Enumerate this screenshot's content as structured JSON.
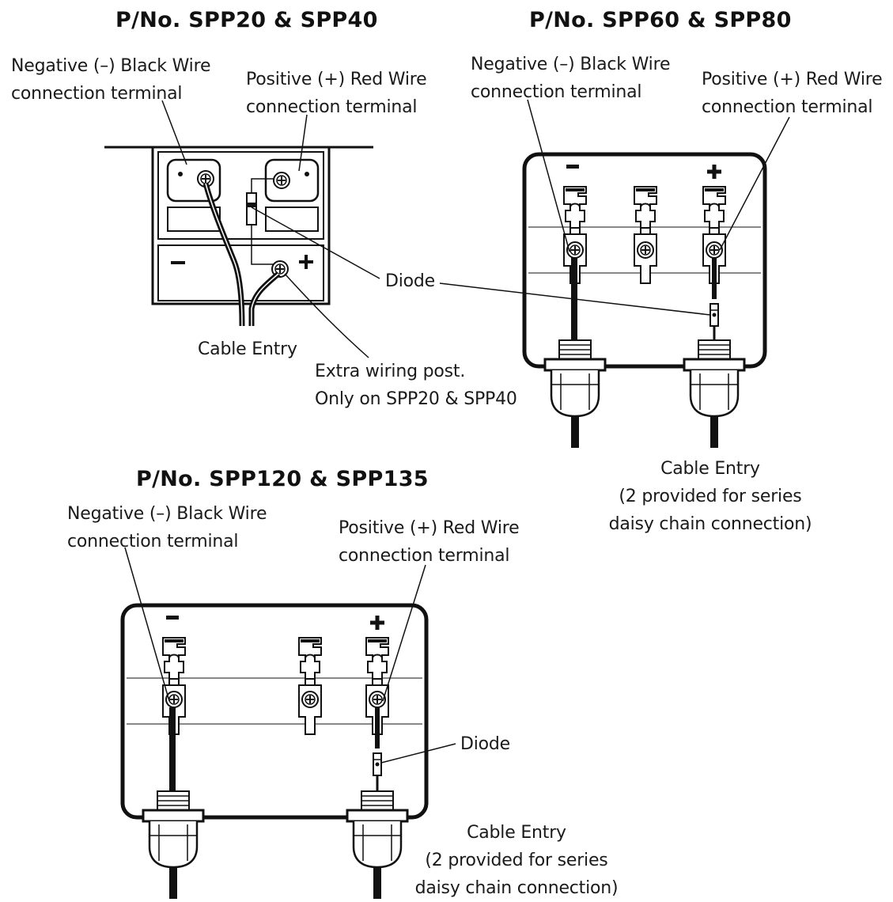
{
  "panels": {
    "small": {
      "title": "P/No. SPP20 & SPP40",
      "negative_label": [
        "Negative (–) Black Wire",
        "connection terminal"
      ],
      "positive_label": [
        "Positive (+) Red Wire",
        "connection terminal"
      ],
      "diode_label": "Diode",
      "cable_entry_label": "Cable Entry",
      "extra_post_label": [
        "Extra wiring post.",
        "Only on SPP20 & SPP40"
      ],
      "minus_sign": "−",
      "plus_sign": "+"
    },
    "medium": {
      "title": "P/No. SPP60 & SPP80",
      "negative_label": [
        "Negative (–) Black Wire",
        "connection terminal"
      ],
      "positive_label": [
        "Positive (+) Red Wire",
        "connection terminal"
      ],
      "cable_entry_label": [
        "Cable Entry",
        "(2 provided for series",
        "daisy chain connection)"
      ],
      "minus_sign": "−",
      "plus_sign": "+"
    },
    "large": {
      "title": "P/No. SPP120 & SPP135",
      "negative_label": [
        "Negative (–) Black Wire",
        "connection terminal"
      ],
      "positive_label": [
        "Positive (+) Red Wire",
        "connection terminal"
      ],
      "diode_label": "Diode",
      "cable_entry_label": [
        "Cable Entry",
        "(2 provided for series",
        "daisy chain connection)"
      ],
      "minus_sign": "−",
      "plus_sign": "+"
    }
  }
}
